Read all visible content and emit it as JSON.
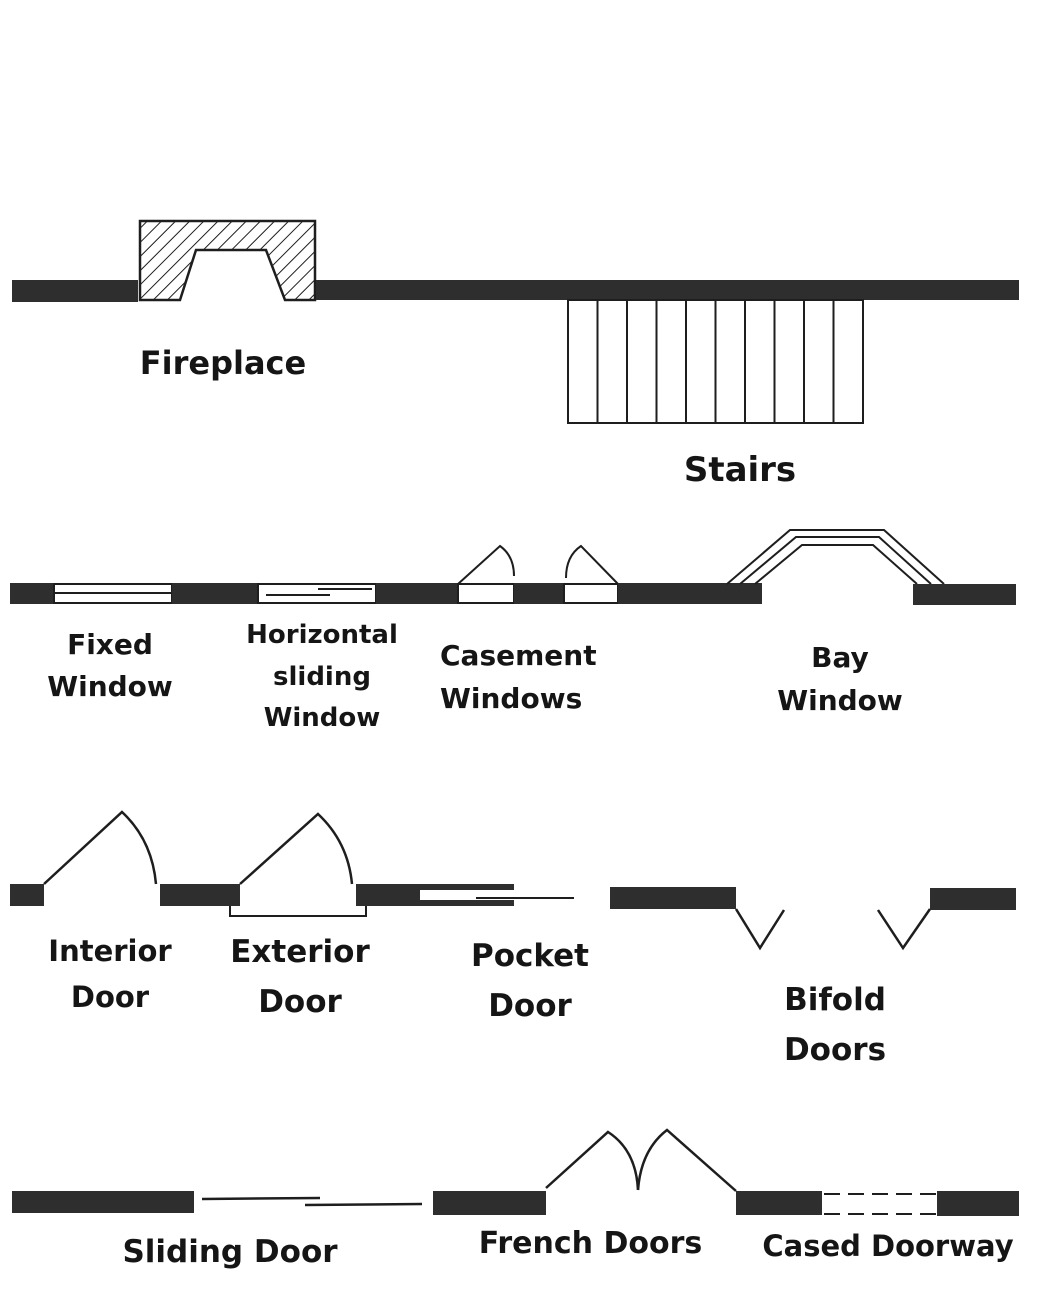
{
  "diagram": {
    "type": "floor-plan-symbol-legend",
    "colors": {
      "wall": "#2e2e2e",
      "line": "#1e1e1e",
      "background": "#ffffff"
    },
    "rows": [
      {
        "symbols": [
          "fireplace",
          "stairs"
        ]
      },
      {
        "symbols": [
          "fixed_window",
          "horizontal_sliding_window",
          "casement_windows",
          "bay_window"
        ]
      },
      {
        "symbols": [
          "interior_door",
          "exterior_door",
          "pocket_door",
          "bifold_doors"
        ]
      },
      {
        "symbols": [
          "sliding_door",
          "french_doors",
          "cased_doorway"
        ]
      }
    ],
    "stairs": {
      "tread_count": 10
    }
  },
  "labels": {
    "fireplace": [
      "Fireplace"
    ],
    "stairs": [
      "Stairs"
    ],
    "fixed_window": [
      "Fixed",
      "Window"
    ],
    "horizontal_sliding_window": [
      "Horizontal",
      "sliding",
      "Window"
    ],
    "casement_windows": [
      "Casement",
      "Windows"
    ],
    "bay_window": [
      "Bay",
      "Window"
    ],
    "interior_door": [
      "Interior",
      "Door"
    ],
    "exterior_door": [
      "Exterior",
      "Door"
    ],
    "pocket_door": [
      "Pocket",
      "Door"
    ],
    "bifold_doors": [
      "Bifold",
      "Doors"
    ],
    "sliding_door": [
      "Sliding Door"
    ],
    "french_doors": [
      "French Doors"
    ],
    "cased_doorway": [
      "Cased Doorway"
    ]
  }
}
